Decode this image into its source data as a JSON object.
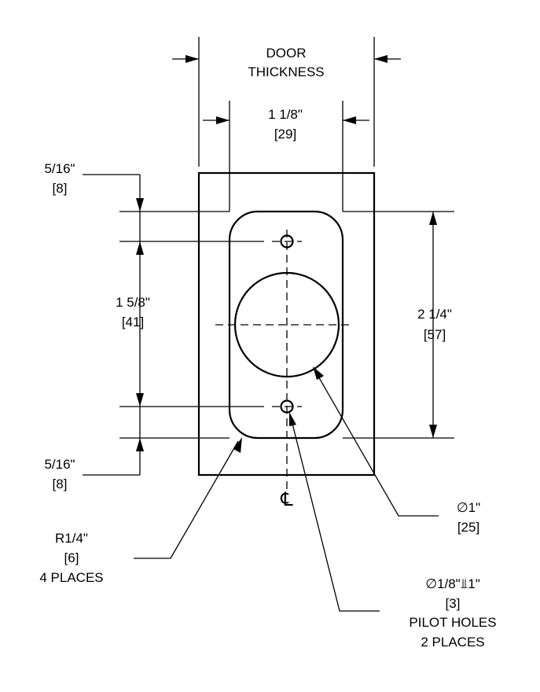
{
  "dimensions": {
    "door_thickness": {
      "line1": "DOOR",
      "line2": "THICKNESS"
    },
    "width_1_1_8": {
      "imperial": "1 1/8\"",
      "metric": "[29]"
    },
    "top_offset": {
      "imperial": "5/16\"",
      "metric": "[8]"
    },
    "hole_spacing": {
      "imperial": "1 5/8\"",
      "metric": "[41]"
    },
    "bottom_offset": {
      "imperial": "5/16\"",
      "metric": "[8]"
    },
    "height_2_1_4": {
      "imperial": "2 1/4\"",
      "metric": "[57]"
    }
  },
  "callouts": {
    "radius": {
      "imperial": "R1/4\"",
      "metric": "[6]",
      "note": "4 PLACES"
    },
    "bore": {
      "imperial": "∅1\"",
      "metric": "[25]"
    },
    "pilot_holes": {
      "imperial": "∅1/8\"⫫1\"",
      "metric": "[3]",
      "note1": "PILOT HOLES",
      "note2": "2 PLACES"
    }
  },
  "centerline_symbol": "℄"
}
